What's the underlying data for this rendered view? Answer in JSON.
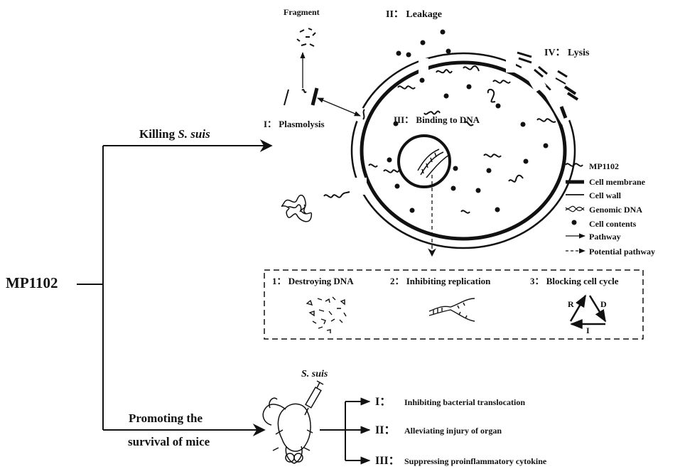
{
  "root_label": "MP1102",
  "branch_killing": {
    "prefix": "Killing ",
    "italic": "S. suis"
  },
  "branch_survival": {
    "line1": "Promoting the",
    "line2": "survival of mice"
  },
  "mechanisms": {
    "fragment": "Fragment",
    "plasmolysis": "I： Plasmolysis",
    "leakage": "II： Leakage",
    "binding_dna": "III： Binding to DNA",
    "lysis": "IV： Lysis"
  },
  "legend": [
    {
      "icon": "mp1102-icon",
      "label": "MP1102"
    },
    {
      "icon": "cell-membrane-icon",
      "label": "Cell membrane"
    },
    {
      "icon": "cell-wall-icon",
      "label": "Cell wall"
    },
    {
      "icon": "genomic-dna-icon",
      "label": "Genomic DNA"
    },
    {
      "icon": "cell-contents-icon",
      "label": "Cell contents"
    },
    {
      "icon": "pathway-icon",
      "label": "Pathway"
    },
    {
      "icon": "potential-pathway-icon",
      "label": "Potential pathway"
    }
  ],
  "dna_effects": [
    {
      "label": "1： Destroying DNA"
    },
    {
      "label": "2： Inhibiting replication"
    },
    {
      "label": "3： Blocking cell cycle"
    }
  ],
  "cell_cycle_letters": {
    "r": "R",
    "d": "D",
    "i": "I"
  },
  "injection_label": "S. suis",
  "survival_effects": [
    {
      "num": "I：",
      "text": "Inhibiting bacterial translocation"
    },
    {
      "num": "II：",
      "text": "Alleviating injury of organ"
    },
    {
      "num": "III：",
      "text": "Suppressing proinflammatory cytokine"
    }
  ]
}
